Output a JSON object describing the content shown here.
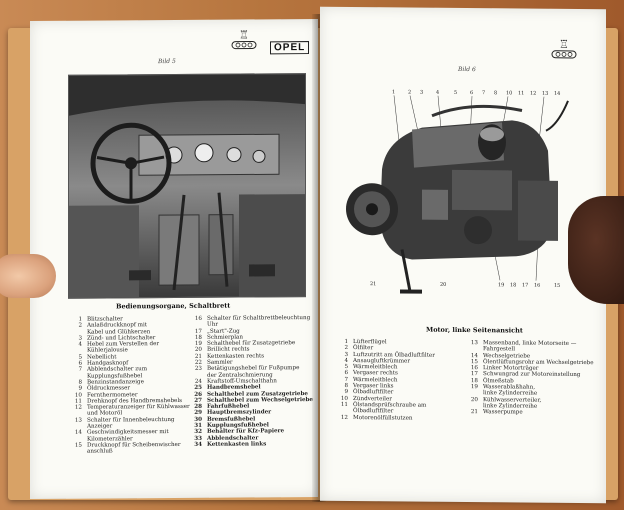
{
  "left_page": {
    "brand_box": "OPEL",
    "figure_label": "Bild 5",
    "caption": "Bedienungsorgane, Schaltbrett",
    "legend_col1": [
      {
        "n": "1",
        "t": "Blitzschalter"
      },
      {
        "n": "2",
        "t": "Anlaßdruckknopf mit"
      },
      {
        "n": "",
        "t": "Kabel und Glühkerzen"
      },
      {
        "n": "3",
        "t": "Zünd- und Lichtschalter"
      },
      {
        "n": "4",
        "t": "Hebel zum Verstellen der"
      },
      {
        "n": "",
        "t": "Kühlerjalousie"
      },
      {
        "n": "5",
        "t": "Nebellicht"
      },
      {
        "n": "6",
        "t": "Handgasknopf"
      },
      {
        "n": "7",
        "t": "Abblendschalter zum"
      },
      {
        "n": "",
        "t": "Kupplungsfußhebel"
      },
      {
        "n": "8",
        "t": "Benzinstandanzeige"
      },
      {
        "n": "9",
        "t": "Öldruckmesser"
      },
      {
        "n": "10",
        "t": "Fernthermometer"
      },
      {
        "n": "11",
        "t": "Drehknopf des Handbremshebels"
      },
      {
        "n": "12",
        "t": "Temperaturanzeiger für Kühlwasser"
      },
      {
        "n": "",
        "t": "und Motoröl"
      },
      {
        "n": "13",
        "t": "Schalter für Innenbeleuchtung"
      },
      {
        "n": "",
        "t": "Anzeiger"
      },
      {
        "n": "14",
        "t": "Geschwindigkeitsmesser mit"
      },
      {
        "n": "",
        "t": "Kilometerzähler"
      },
      {
        "n": "15",
        "t": "Druckknopf für Scheibenwischer"
      },
      {
        "n": "",
        "t": "anschluß"
      }
    ],
    "legend_col2": [
      {
        "n": "16",
        "t": "Schalter für Schaltbrettbeleuchtung",
        "b": false
      },
      {
        "n": "",
        "t": "Uhr",
        "b": false
      },
      {
        "n": "17",
        "t": "„Start\"-Zug",
        "b": false
      },
      {
        "n": "18",
        "t": "Schmierplan",
        "b": false
      },
      {
        "n": "19",
        "t": "Schalthebel für Zusatzgetriebe",
        "b": false
      },
      {
        "n": "20",
        "t": "Brillicht rechts",
        "b": false
      },
      {
        "n": "21",
        "t": "Kettenkasten rechts",
        "b": false
      },
      {
        "n": "22",
        "t": "Sammler",
        "b": false
      },
      {
        "n": "23",
        "t": "Betätigungshebel für Fußpumpe",
        "b": false
      },
      {
        "n": "",
        "t": "der Zentralschmierung",
        "b": false
      },
      {
        "n": "24",
        "t": "Kraftstoff-Umschalthahn",
        "b": false
      },
      {
        "n": "25",
        "t": "Handbremshebel",
        "b": true
      },
      {
        "n": "26",
        "t": "Schalthebel zum Zusatzgetriebe",
        "b": true
      },
      {
        "n": "27",
        "t": "Schalthebel zum Wechselgetriebe",
        "b": true
      },
      {
        "n": "28",
        "t": "Fahrfußhebel",
        "b": true
      },
      {
        "n": "29",
        "t": "Hauptbremszylinder",
        "b": true
      },
      {
        "n": "30",
        "t": "Bremsfußhebel",
        "b": true
      },
      {
        "n": "31",
        "t": "Kupplungsfußhebel",
        "b": true
      },
      {
        "n": "32",
        "t": "Behälter für Kfz-Papiere",
        "b": true
      },
      {
        "n": "33",
        "t": "Abblendschalter",
        "b": true
      },
      {
        "n": "34",
        "t": "Kettenkasten links",
        "b": true
      }
    ]
  },
  "right_page": {
    "figure_label": "Bild 6",
    "caption": "Motor, linke Seitenansicht",
    "legend_col1": [
      {
        "n": "1",
        "t": "Lüfterflügel"
      },
      {
        "n": "2",
        "t": "Ölfilter"
      },
      {
        "n": "3",
        "t": "Luftzutritt am Ölbadluftfilter"
      },
      {
        "n": "4",
        "t": "Ansaugluftkrümmer"
      },
      {
        "n": "5",
        "t": "Wärmeleitblech"
      },
      {
        "n": "6",
        "t": "Vergaser rechts"
      },
      {
        "n": "7",
        "t": "Wärmeleitblech"
      },
      {
        "n": "8",
        "t": "Vergaser links"
      },
      {
        "n": "9",
        "t": "Ölbadluftfilter"
      },
      {
        "n": "10",
        "t": "Zündverteiler"
      },
      {
        "n": "11",
        "t": "Ölstandsprüfschraube am"
      },
      {
        "n": "",
        "t": "Ölbadluftfilter"
      },
      {
        "n": "12",
        "t": "Motorenölfüllstutzen"
      }
    ],
    "legend_col2": [
      {
        "n": "13",
        "t": "Massenband, linke Motorseite —"
      },
      {
        "n": "",
        "t": "Fahrgestell"
      },
      {
        "n": "14",
        "t": "Wechselgetriebe"
      },
      {
        "n": "15",
        "t": "Ölentlüftungsrohr am Wechselgetriebe"
      },
      {
        "n": "16",
        "t": "Linker Motorträger"
      },
      {
        "n": "17",
        "t": "Schwungrad zur Motoreinstellung"
      },
      {
        "n": "18",
        "t": "Ölmeßstab"
      },
      {
        "n": "19",
        "t": "Wasserablaßhahn,"
      },
      {
        "n": "",
        "t": "linke Zylinderreihe"
      },
      {
        "n": "20",
        "t": "Kühlwasserverteiler,"
      },
      {
        "n": "",
        "t": "linke Zylinderreihe"
      },
      {
        "n": "21",
        "t": "Wasserpumpe"
      }
    ]
  }
}
